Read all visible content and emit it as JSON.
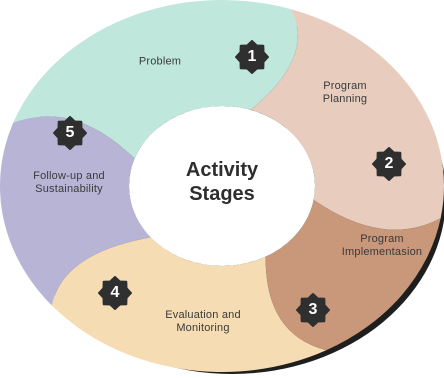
{
  "center": {
    "line1": "Activity",
    "line2": "Stages"
  },
  "stages": [
    {
      "number": "1",
      "line1": "Problem",
      "line2": "",
      "color": "#bfe7dc"
    },
    {
      "number": "2",
      "line1": "Program",
      "line2": "Planning",
      "color": "#e8cdbf"
    },
    {
      "number": "3",
      "line1": "Program",
      "line2": "Implementasion",
      "color": "#c9977a"
    },
    {
      "number": "4",
      "line1": "Evaluation and",
      "line2": "Monitoring",
      "color": "#f5dcb3"
    },
    {
      "number": "5",
      "line1": "Follow-up and",
      "line2": "Sustainability",
      "color": "#b8b4d6"
    }
  ],
  "badge_color": "#2f2f2f"
}
